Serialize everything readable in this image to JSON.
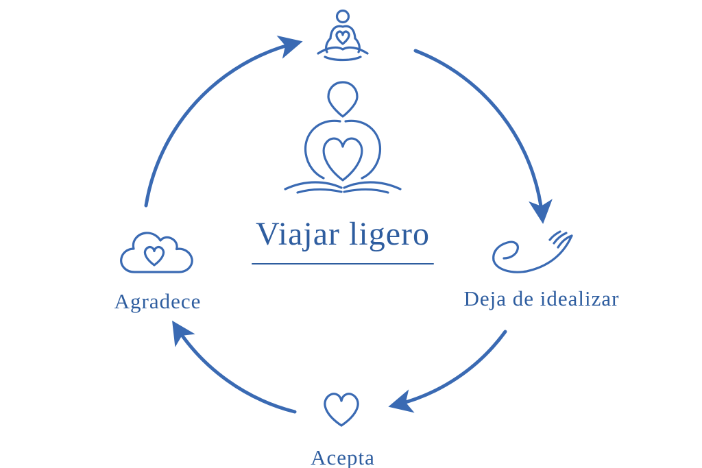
{
  "diagram": {
    "title": "Viajar ligero",
    "center_icon": "person-with-heart-logo",
    "steps": [
      {
        "position": "top",
        "icon": "meditating-person-icon",
        "label": ""
      },
      {
        "position": "right",
        "icon": "open-hand-icon",
        "label": "Deja de idealizar"
      },
      {
        "position": "bottom",
        "icon": "heart-icon",
        "label": "Acepta"
      },
      {
        "position": "left",
        "icon": "cloud-heart-icon",
        "label": "Agradece"
      }
    ],
    "arrows": [
      "top-to-right",
      "right-to-bottom",
      "bottom-to-left",
      "left-to-top"
    ]
  },
  "colors": {
    "accent": "#3a6ab3",
    "text": "#2e5d9f",
    "background": "#ffffff"
  }
}
